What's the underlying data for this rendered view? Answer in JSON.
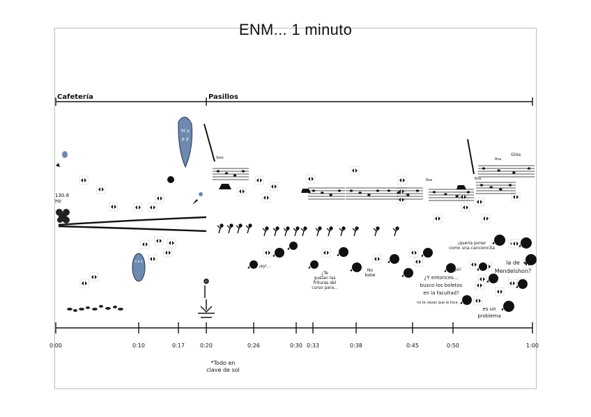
{
  "title": "ENM... 1 minuto",
  "sections": {
    "cafeteria": "Cafetería",
    "pasillos": "Pasillos"
  },
  "timeline": [
    "0:00",
    "0:10",
    "0:17",
    "0:20",
    "0:26",
    "0:30",
    "0:33",
    "0:38",
    "0:45",
    "0:50",
    "1:00"
  ],
  "left_label": "130.8\nHz",
  "bubbles": {
    "huff": "H u F F",
    "small": "z z z"
  },
  "footnote": [
    "*Todo en",
    "clave de sol"
  ],
  "annotations": {
    "ay": "¡ay!...",
    "gustan": [
      "¿Te",
      "gustan las",
      "frituras del",
      "curso para..."
    ],
    "bebe": [
      "No",
      "bebé"
    ],
    "entonces": [
      "¿Y entonces...",
      "busco los boletos",
      "en la facultad?"
    ],
    "nadie": "no te vayas que le toca",
    "quiere": [
      "¡quería poner",
      "como una cancioncita"
    ],
    "si": "¡sí!",
    "mendelshon": [
      "la de",
      "Mendelshon?"
    ],
    "problema": [
      "es un",
      "problema"
    ]
  },
  "score_labels": {
    "solo": "Solo",
    "8va_1": "8va",
    "8va_2": "8va",
    "8va_3": "8va",
    "gliss": "Gliss"
  }
}
